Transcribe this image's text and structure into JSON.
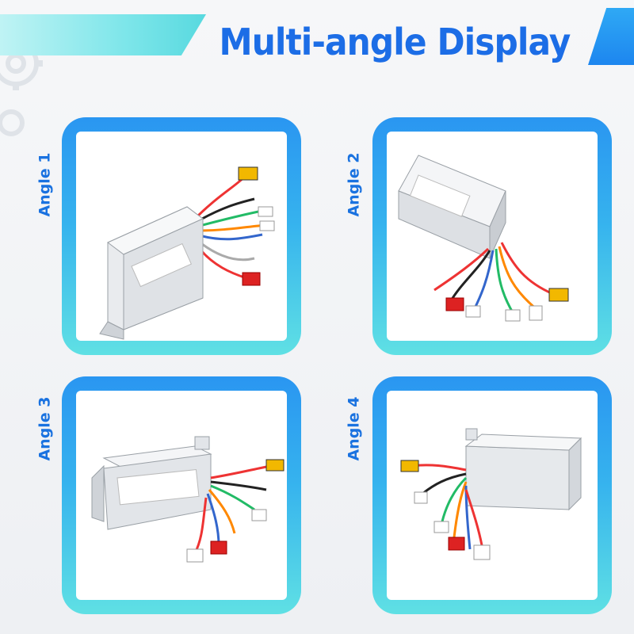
{
  "header": {
    "title": "Multi-angle Display"
  },
  "panels": [
    {
      "label": "Angle 1"
    },
    {
      "label": "Angle 2"
    },
    {
      "label": "Angle 3"
    },
    {
      "label": "Angle 4"
    }
  ],
  "colors": {
    "title": "#1c6de6",
    "frame_top": "#2a96f1",
    "frame_bottom": "#5fe0e4",
    "band": "#7ee6ea",
    "band_right": "#1d86ef"
  }
}
